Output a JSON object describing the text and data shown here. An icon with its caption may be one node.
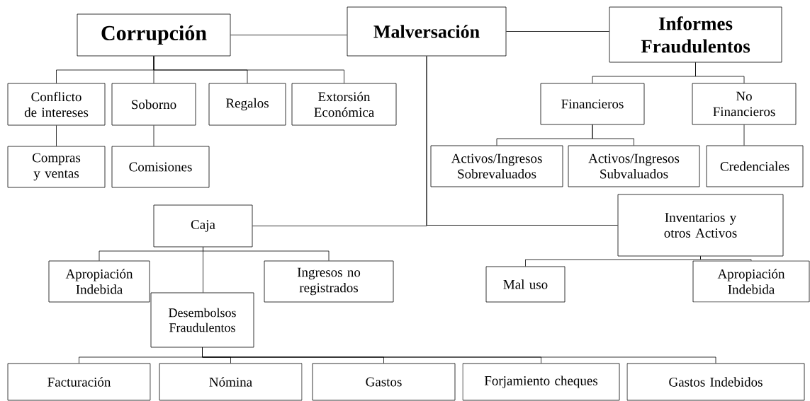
{
  "diagram": {
    "nodes": [
      {
        "text": [
          "Corrupción"
        ]
      },
      {
        "text": [
          "Malversación"
        ]
      },
      {
        "text": [
          "Informes Fraudulentos"
        ]
      },
      {
        "text": [
          "Conflicto de intereses"
        ]
      },
      {
        "text": [
          "Soborno"
        ]
      },
      {
        "text": [
          "Regalos"
        ]
      },
      {
        "text": [
          "Extorsión Económica"
        ]
      },
      {
        "text": [
          "Compras y ventas"
        ]
      },
      {
        "text": [
          "Comisiones"
        ]
      },
      {
        "text": [
          "Financieros"
        ]
      },
      {
        "text": [
          "No Financieros"
        ]
      },
      {
        "text": [
          "Activos/Ingresos Sobrevaluados"
        ]
      },
      {
        "text": [
          "Activos/Ingresos Subvaluados"
        ]
      },
      {
        "text": [
          "Credenciales"
        ]
      },
      {
        "text": [
          "Caja"
        ]
      },
      {
        "text": [
          "Inventarios y otros Activos"
        ]
      },
      {
        "text": [
          "Apropiación Indebida"
        ]
      },
      {
        "text": [
          "Ingresos no registrados"
        ]
      },
      {
        "text": [
          "Mal uso"
        ]
      },
      {
        "text": [
          "Apropiación Indebida"
        ]
      },
      {
        "text": [
          "Desembolsos Fraudulentos"
        ]
      },
      {
        "text": [
          "Facturación"
        ]
      },
      {
        "text": [
          "Nómina"
        ]
      },
      {
        "text": [
          "Gastos"
        ]
      },
      {
        "text": [
          "Forjamiento cheques"
        ]
      },
      {
        "text": [
          "Gastos Indebidos"
        ]
      }
    ],
    "edges": [
      {
        "from": 0,
        "to": 1,
        "arrow": "none"
      },
      {
        "from": 1,
        "to": 2,
        "arrow": "none"
      },
      {
        "from": 0,
        "to": 3,
        "arrow": "none"
      },
      {
        "from": 0,
        "to": 4,
        "arrow": "none"
      },
      {
        "from": 0,
        "to": 5,
        "arrow": "none"
      },
      {
        "from": 0,
        "to": 6,
        "arrow": "none"
      },
      {
        "from": 3,
        "to": 7,
        "arrow": "none"
      },
      {
        "from": 4,
        "to": 8,
        "arrow": "none"
      },
      {
        "from": 2,
        "to": 9,
        "arrow": "none"
      },
      {
        "from": 2,
        "to": 10,
        "arrow": "none"
      },
      {
        "from": 9,
        "to": 11,
        "arrow": "none"
      },
      {
        "from": 9,
        "to": 12,
        "arrow": "none"
      },
      {
        "from": 10,
        "to": 13,
        "arrow": "none"
      },
      {
        "from": 1,
        "to": 14,
        "arrow": "none"
      },
      {
        "from": 1,
        "to": 15,
        "arrow": "none"
      },
      {
        "from": 14,
        "to": 16,
        "arrow": "none"
      },
      {
        "from": 14,
        "to": 17,
        "arrow": "none"
      },
      {
        "from": 14,
        "to": 20,
        "arrow": "none"
      },
      {
        "from": 15,
        "to": 18,
        "arrow": "none"
      },
      {
        "from": 15,
        "to": 19,
        "arrow": "none"
      },
      {
        "from": 20,
        "to": 21,
        "arrow": "none"
      },
      {
        "from": 20,
        "to": 22,
        "arrow": "none"
      },
      {
        "from": 20,
        "to": 23,
        "arrow": "none"
      },
      {
        "from": 20,
        "to": 24,
        "arrow": "none"
      },
      {
        "from": 20,
        "to": 25,
        "arrow": "none"
      }
    ]
  }
}
